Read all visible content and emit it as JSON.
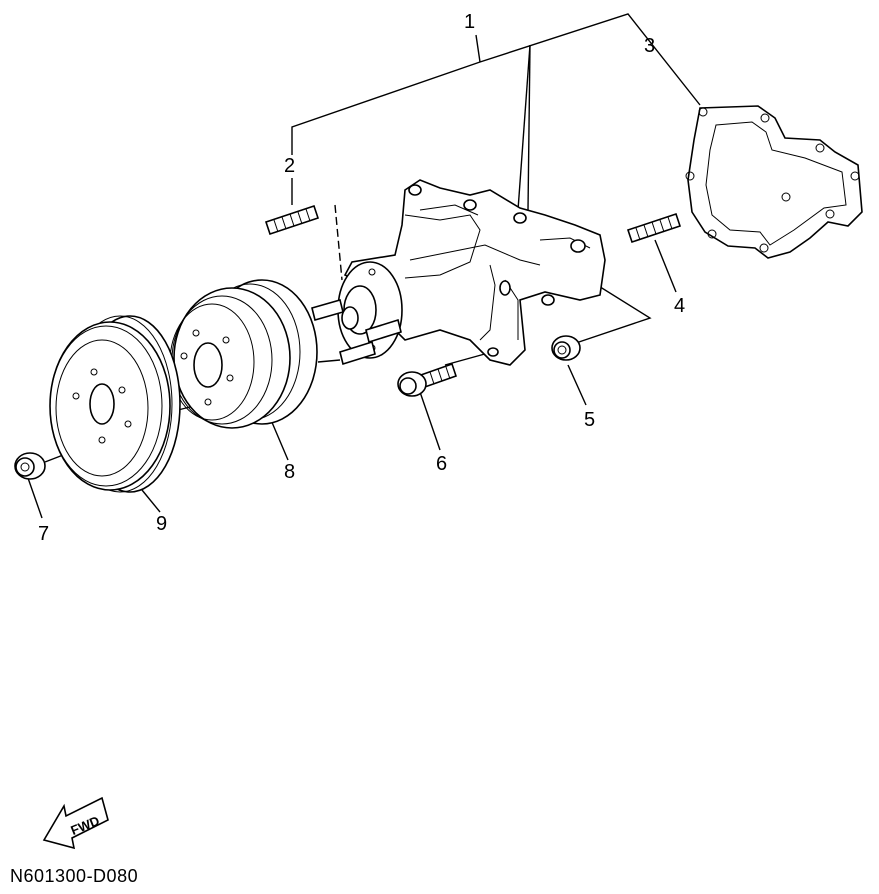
{
  "callouts": {
    "c1": "1",
    "c2": "2",
    "c3": "3",
    "c4": "4",
    "c5": "5",
    "c6": "6",
    "c7": "7",
    "c8": "8",
    "c9": "9"
  },
  "fwd_label": "FWD",
  "diagram_code": "N601300-D080",
  "colors": {
    "ink": "#000000",
    "paper": "#ffffff"
  }
}
